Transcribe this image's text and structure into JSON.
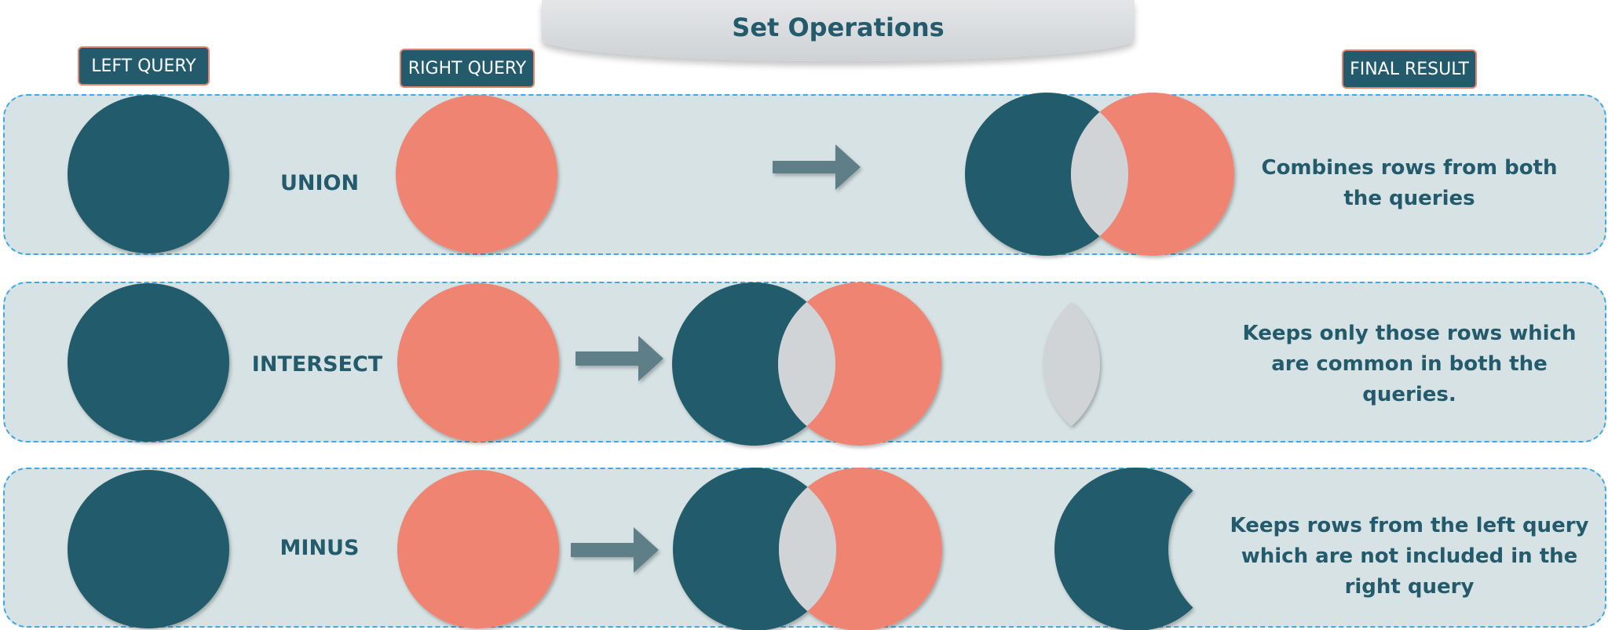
{
  "title": "Set Operations",
  "labels": {
    "left_query": "LEFT QUERY",
    "right_query": "RIGHT QUERY",
    "final_result": "FINAL RESULT"
  },
  "rows": [
    {
      "operation": "UNION",
      "description": [
        "Combines rows from both",
        "the queries"
      ]
    },
    {
      "operation": "INTERSECT",
      "description": [
        "Keeps only those rows which",
        "are common in both the",
        "queries."
      ]
    },
    {
      "operation": "MINUS",
      "description": [
        "Keeps rows from the left query",
        "which are not included in the",
        "right query"
      ]
    }
  ],
  "colors": {
    "left": "#235b6c",
    "right": "#ef8472",
    "overlap": "#d1d4d7",
    "row_bg": "#d6e2e3",
    "border": "#3fa9e2",
    "arrow": "#5e7f88"
  }
}
